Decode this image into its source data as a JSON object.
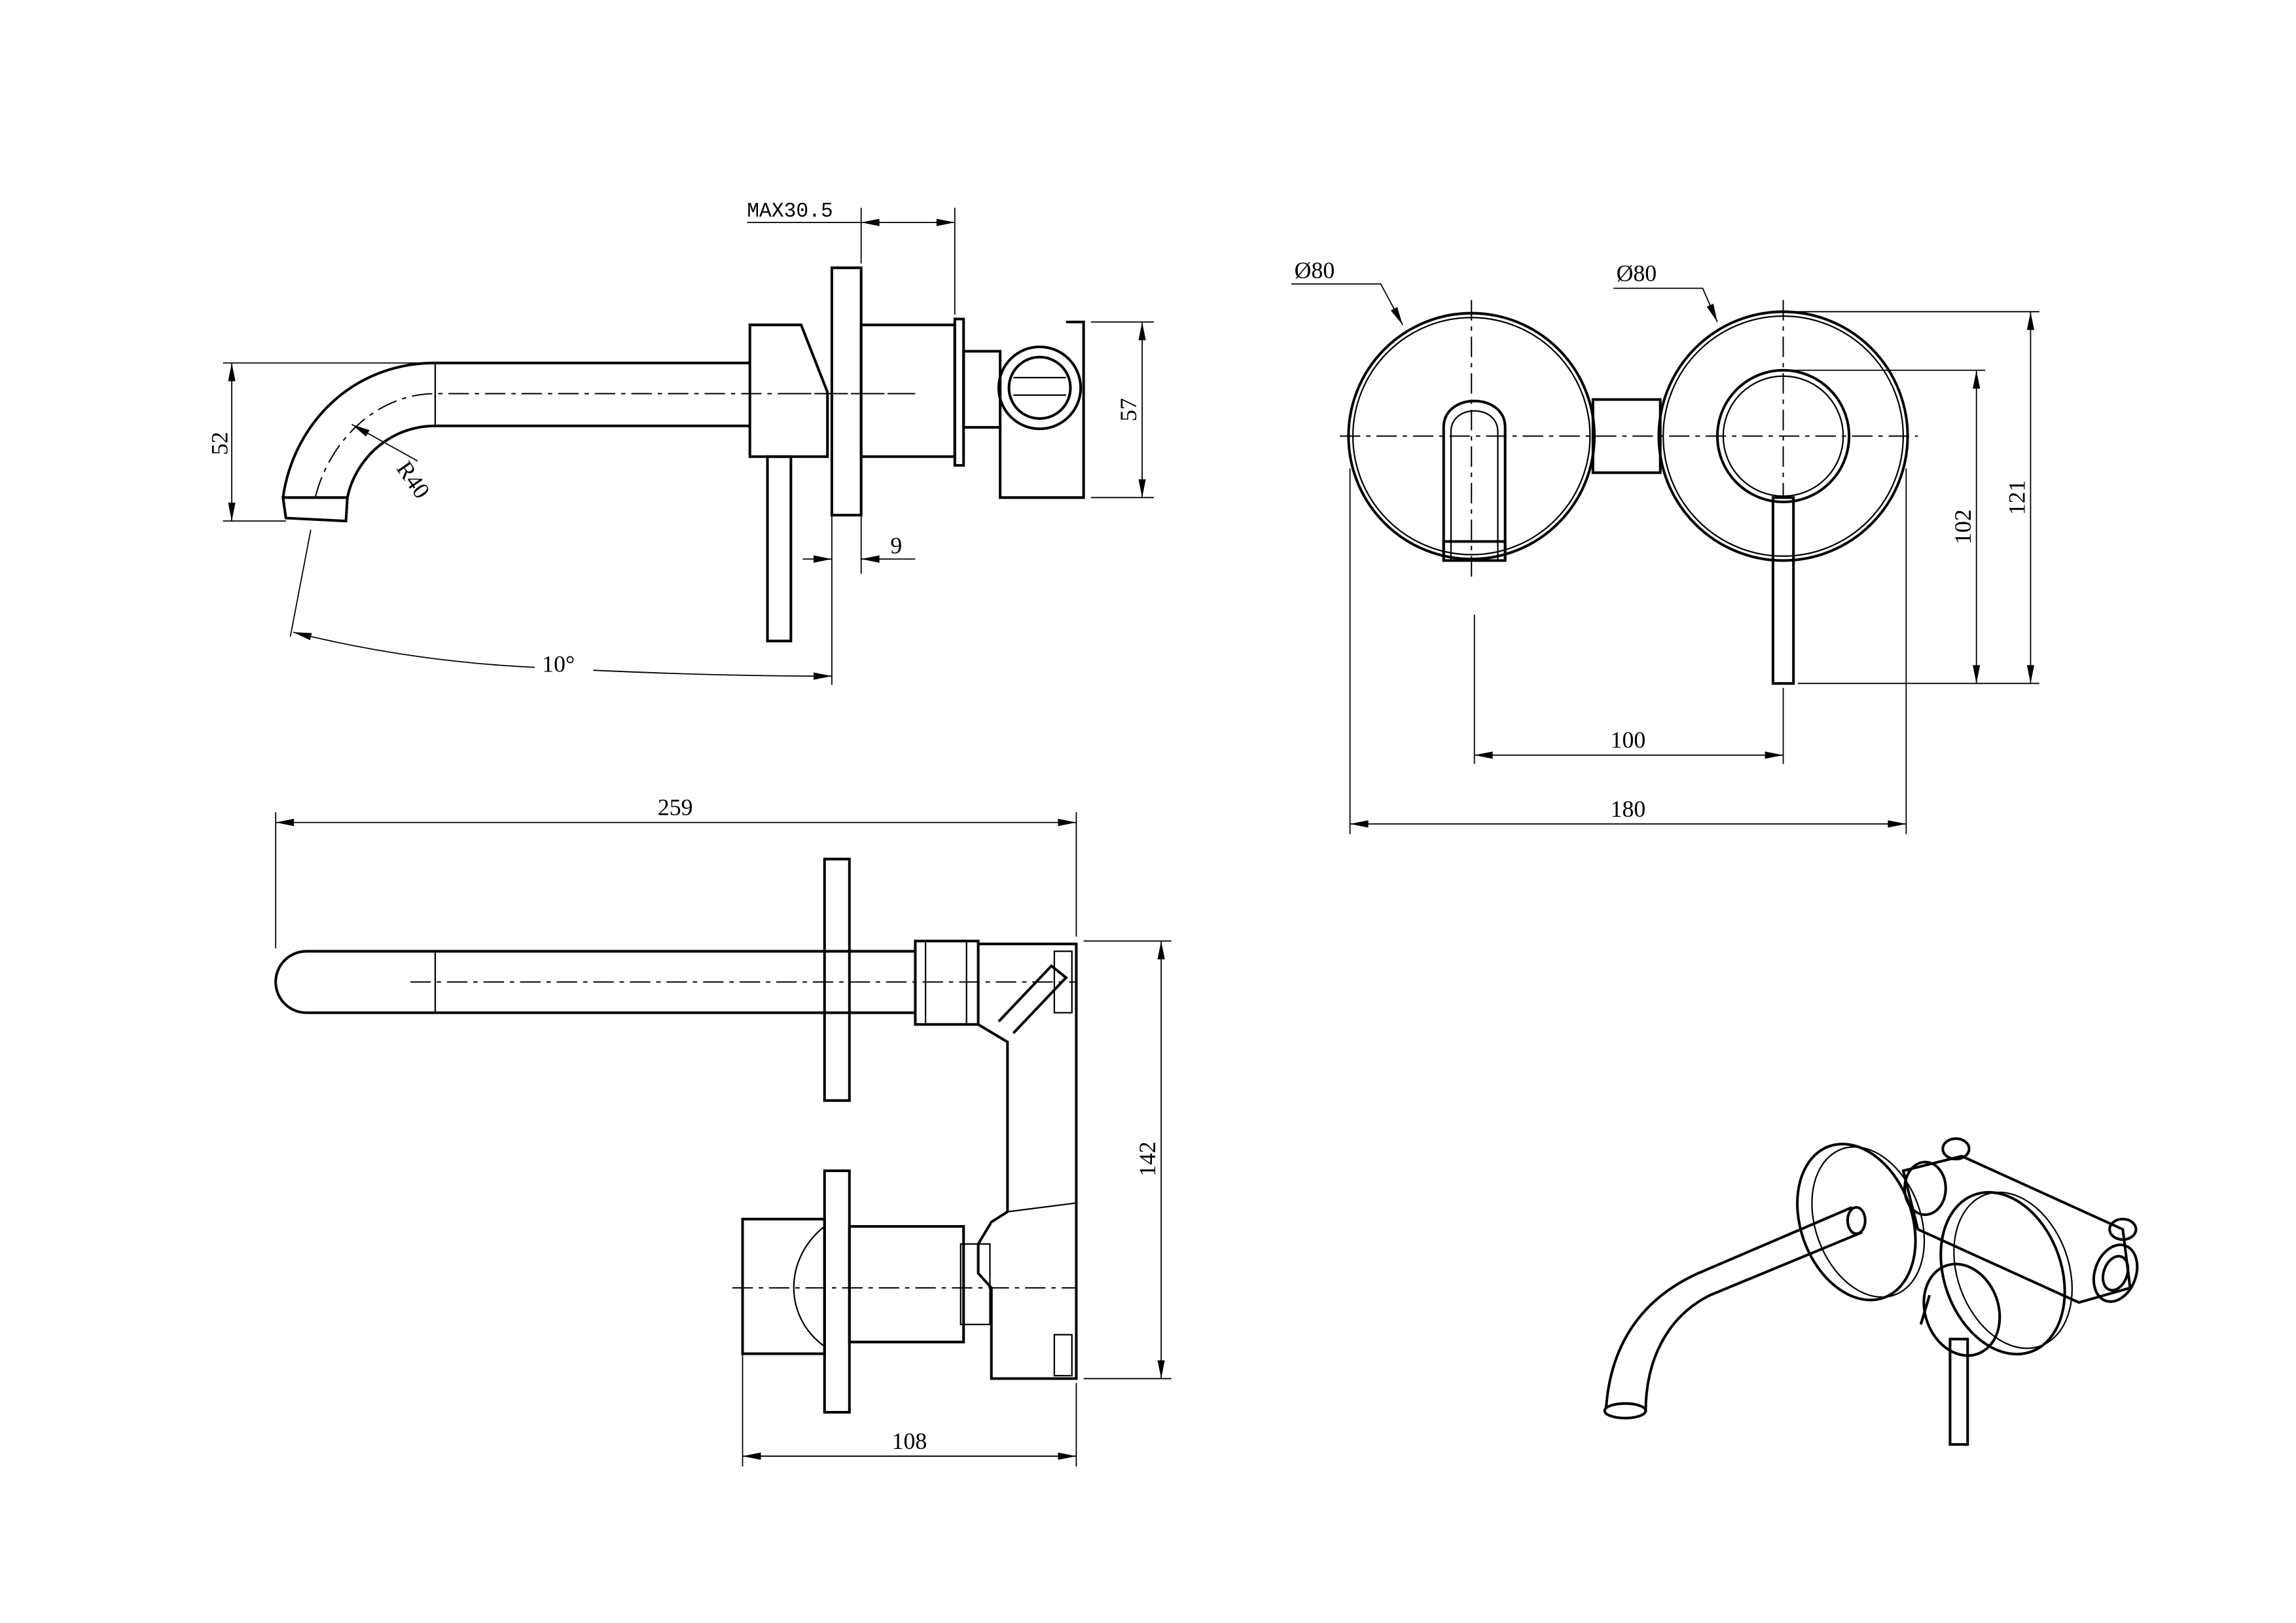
{
  "side_view": {
    "max_depth_label": "MAX30.5",
    "spout_height": "52",
    "spout_radius": "R40",
    "body_height": "57",
    "plate_thickness": "9",
    "spout_angle": "10°"
  },
  "front_view": {
    "left_plate_diameter": "Ø80",
    "right_plate_diameter": "Ø80",
    "overall_height": "121",
    "lever_height": "102",
    "centers_distance": "100",
    "overall_width": "180"
  },
  "top_view": {
    "overall_length": "259",
    "overall_height": "142",
    "body_depth": "108"
  },
  "isometric_view": {}
}
